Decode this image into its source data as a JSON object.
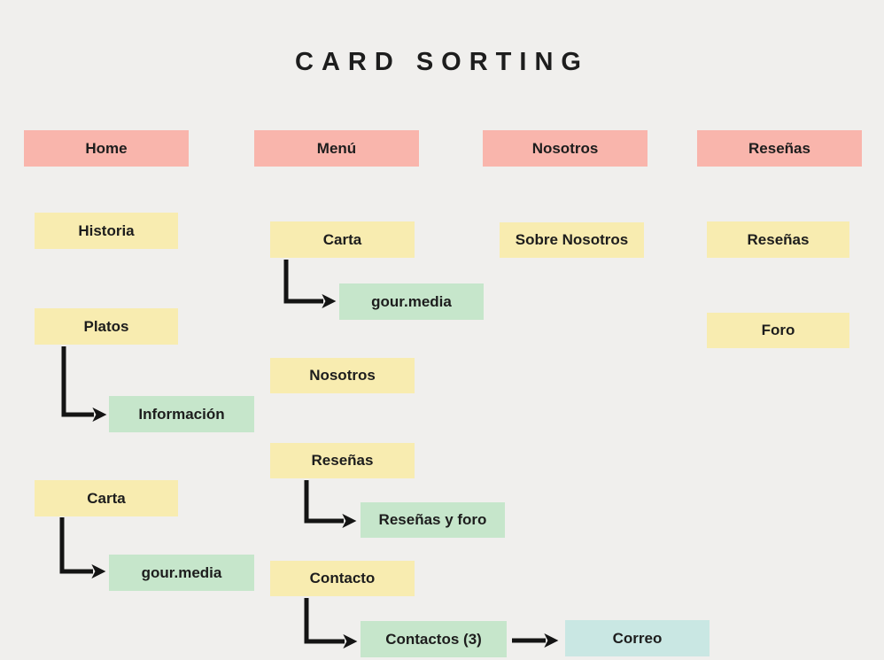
{
  "title": "CARD SORTING",
  "colors": {
    "background": "#f0efed",
    "category_card": "#f9b5ac",
    "item_card": "#f8ecb0",
    "subitem_card": "#c6e6cb",
    "accent_card": "#c9e7e3",
    "arrow": "#141414",
    "text": "#1d1d1d"
  },
  "legend": {
    "category_color_meaning": "top-level navigation category (pink)",
    "item_color_meaning": "sorted card / page section (yellow)",
    "subitem_color_meaning": "child item linked by arrow (green)",
    "accent_color_meaning": "linked destination (blue)"
  },
  "columns": [
    {
      "header": "Home",
      "cards": [
        {
          "label": "Historia",
          "type": "item"
        },
        {
          "label": "Platos",
          "type": "item"
        },
        {
          "label": "Información",
          "type": "subitem"
        },
        {
          "label": "Carta",
          "type": "item"
        },
        {
          "label": "gour.media",
          "type": "subitem"
        }
      ]
    },
    {
      "header": "Menú",
      "cards": [
        {
          "label": "Carta",
          "type": "item"
        },
        {
          "label": "gour.media",
          "type": "subitem"
        },
        {
          "label": "Nosotros",
          "type": "item"
        },
        {
          "label": "Reseñas",
          "type": "item"
        },
        {
          "label": "Reseñas y foro",
          "type": "subitem"
        },
        {
          "label": "Contacto",
          "type": "item"
        },
        {
          "label": "Contactos (3)",
          "type": "subitem"
        },
        {
          "label": "Correo",
          "type": "accent"
        }
      ]
    },
    {
      "header": "Nosotros",
      "cards": [
        {
          "label": "Sobre Nosotros",
          "type": "item"
        }
      ]
    },
    {
      "header": "Reseñas",
      "cards": [
        {
          "label": "Reseñas",
          "type": "item"
        },
        {
          "label": "Foro",
          "type": "item"
        }
      ]
    }
  ],
  "connections": [
    {
      "from": "Platos",
      "to": "Información"
    },
    {
      "from": "Carta (Home)",
      "to": "gour.media (Home)"
    },
    {
      "from": "Carta (Menú)",
      "to": "gour.media (Menú)"
    },
    {
      "from": "Reseñas (Menú)",
      "to": "Reseñas y foro"
    },
    {
      "from": "Contacto",
      "to": "Contactos (3)"
    },
    {
      "from": "Contactos (3)",
      "to": "Correo"
    }
  ]
}
